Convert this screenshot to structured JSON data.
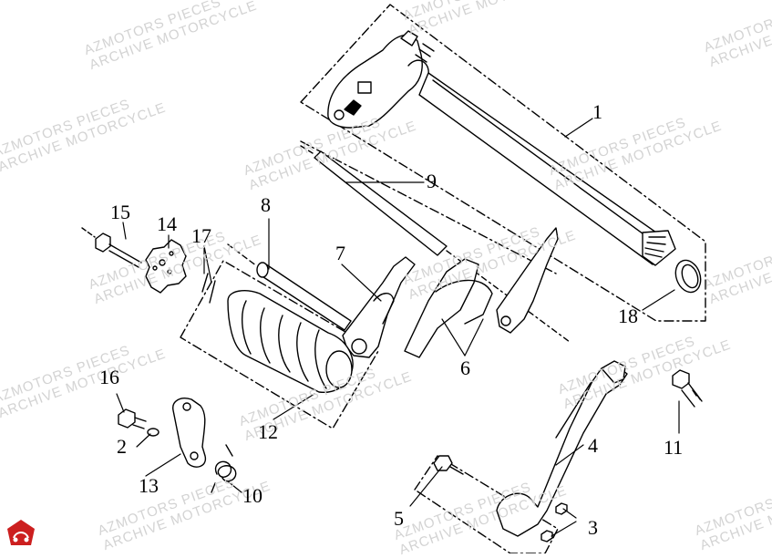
{
  "diagram": {
    "watermark": {
      "line1": "AZMOTORS PIECES",
      "line2": "ARCHIVE MOTORCYCLE"
    },
    "part_numbers": [
      "1",
      "2",
      "3",
      "4",
      "5",
      "6",
      "7",
      "8",
      "9",
      "10",
      "11",
      "12",
      "13",
      "14",
      "15",
      "16",
      "17",
      "18"
    ],
    "colors": {
      "line": "#000000",
      "watermark": "#d3d3d3",
      "logo_red": "#cc1f1f"
    },
    "logo_icon": "azmotors-logo"
  }
}
